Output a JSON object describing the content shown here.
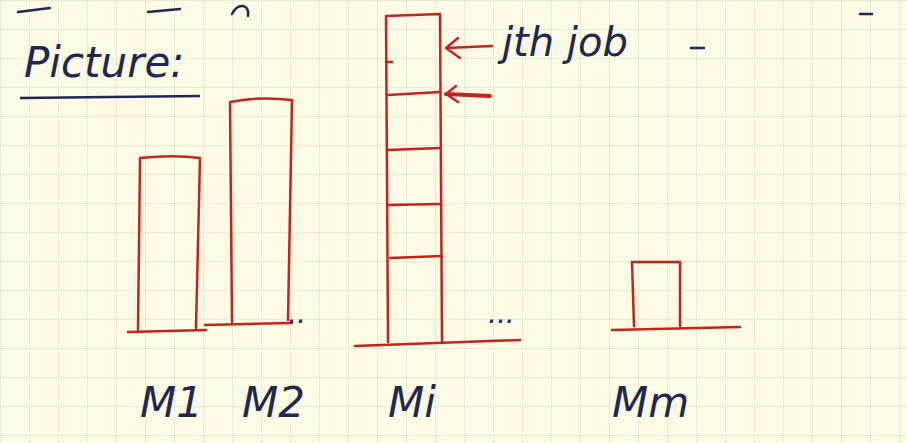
{
  "diagram": {
    "labels": [
      "Picture:",
      "jth job",
      "..",
      "...",
      "M1",
      "M2",
      "Mi",
      "Mm"
    ]
  }
}
